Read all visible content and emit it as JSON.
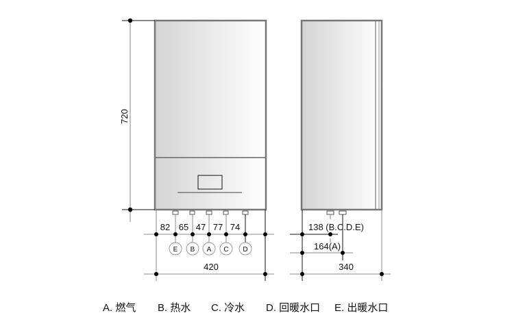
{
  "front_view": {
    "height_label": "720",
    "width_label": "420",
    "spacing_labels": [
      "82",
      "65",
      "47",
      "77",
      "74"
    ],
    "connection_markers": [
      "E",
      "B",
      "A",
      "C",
      "D"
    ]
  },
  "side_view": {
    "depth_label": "340",
    "offset_label_1": "138 (B.C.D.E)",
    "offset_label_2": "164(A)"
  },
  "legend": [
    "A. 燃气",
    "B. 热水",
    "C. 冷水",
    "D. 回暖水口",
    "E. 出暖水口"
  ]
}
